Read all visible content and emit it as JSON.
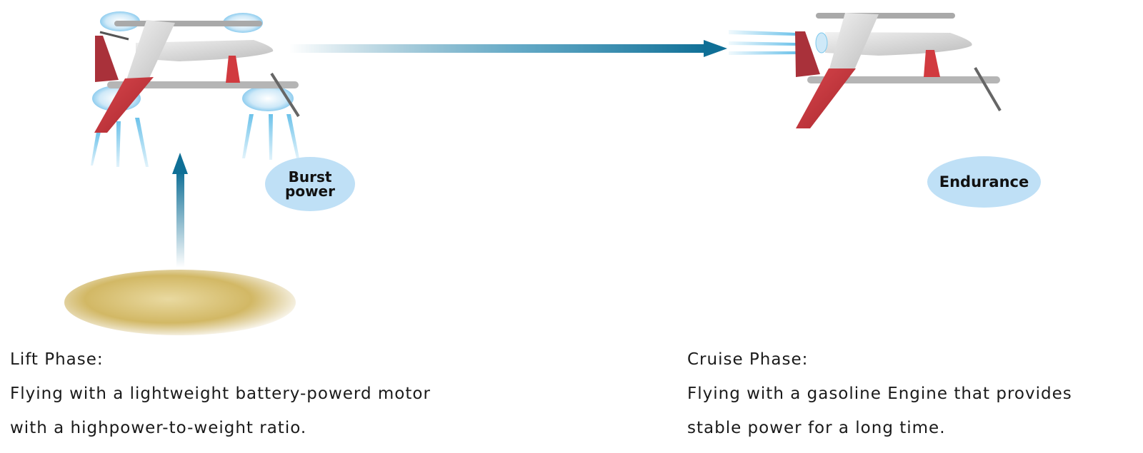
{
  "colors": {
    "badge": "#bfe0f6",
    "arrow": "#0f6f96",
    "ground": "#c9ad5a",
    "wing_red": "#c1383f",
    "fuselage": "#d6d6d6",
    "airflow": "#7cc8ec"
  },
  "lift": {
    "badge_line1": "Burst",
    "badge_line2": "power",
    "title": "Lift Phase:",
    "line1": "Flying with a lightweight battery-powerd motor",
    "line2": "with a highpower-to-weight ratio."
  },
  "cruise": {
    "badge": "Endurance",
    "title": "Cruise Phase:",
    "line1": "Flying with a gasoline Engine that provides",
    "line2": "stable power for a long time."
  }
}
